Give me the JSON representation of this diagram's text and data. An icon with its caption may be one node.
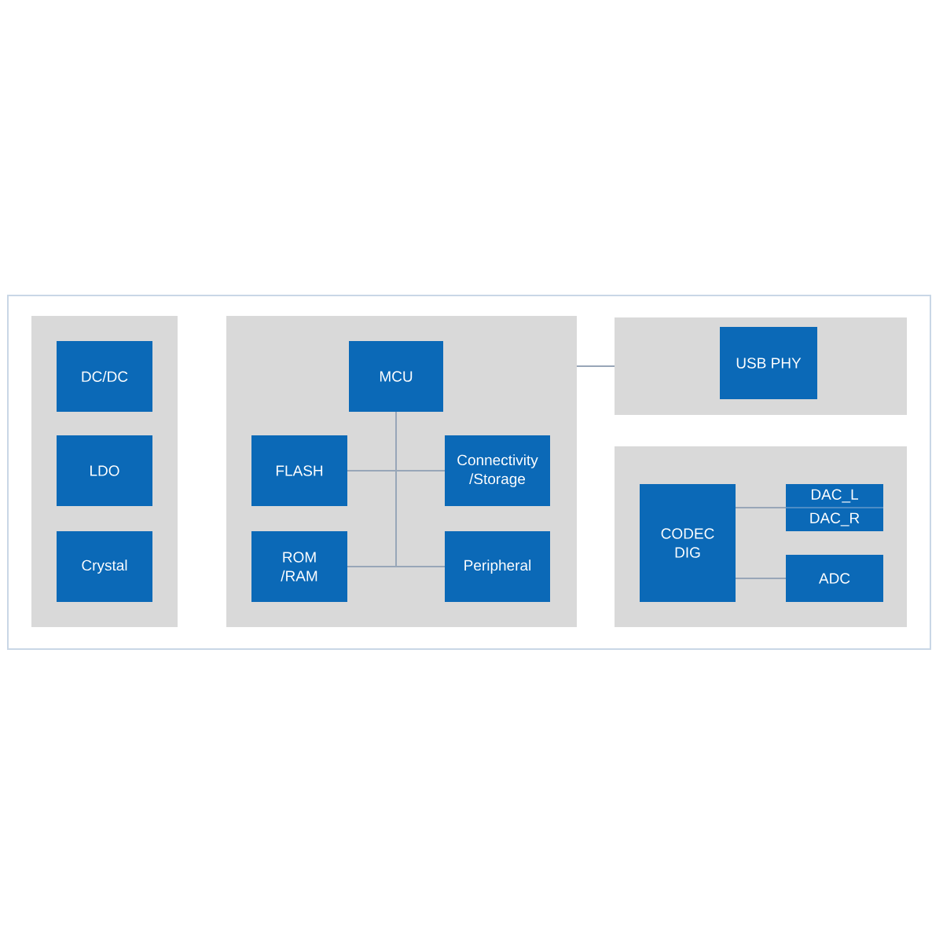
{
  "diagram": {
    "nodes": [
      {
        "text": [],
        "shape": "box"
      },
      {
        "text": [],
        "shape": "box",
        "in": 0
      },
      {
        "text": [
          "DC/DC"
        ],
        "in": 1
      },
      {
        "text": [
          "LDO"
        ],
        "in": 1
      },
      {
        "text": [
          "Crystal"
        ],
        "in": 1
      },
      {
        "text": [],
        "shape": "box",
        "in": 0
      },
      {
        "text": [
          "MCU"
        ],
        "in": 5
      },
      {
        "text": [
          "FLASH"
        ],
        "in": 5
      },
      {
        "text": [
          "Connectivity /Storage"
        ],
        "in": 5
      },
      {
        "text": [
          "ROM /RAM"
        ],
        "in": 5
      },
      {
        "text": [
          "Peripheral"
        ],
        "in": 5
      },
      {
        "text": [],
        "shape": "box",
        "in": 0
      },
      {
        "text": [
          "USB PHY"
        ],
        "in": 11
      },
      {
        "text": [],
        "shape": "box",
        "in": 0
      },
      {
        "text": [
          "CODEC DIG"
        ],
        "in": 13
      },
      {
        "text": [
          "DAC_L"
        ],
        "in": 13
      },
      {
        "text": [
          "DAC_R"
        ],
        "in": 13
      },
      {
        "text": [
          "ADC"
        ],
        "in": 13
      }
    ],
    "edges": [
      {
        "from": 6,
        "to": 7,
        "arrow": "none"
      },
      {
        "from": 6,
        "to": 8,
        "arrow": "none"
      },
      {
        "from": 6,
        "to": 9,
        "arrow": "none"
      },
      {
        "from": 6,
        "to": 10,
        "arrow": "none"
      },
      {
        "from": 5,
        "to": 11,
        "arrow": "none"
      },
      {
        "from": 14,
        "to": 15,
        "arrow": "none"
      },
      {
        "from": 14,
        "to": 16,
        "arrow": "none"
      },
      {
        "from": 14,
        "to": 17,
        "arrow": "none"
      }
    ]
  }
}
